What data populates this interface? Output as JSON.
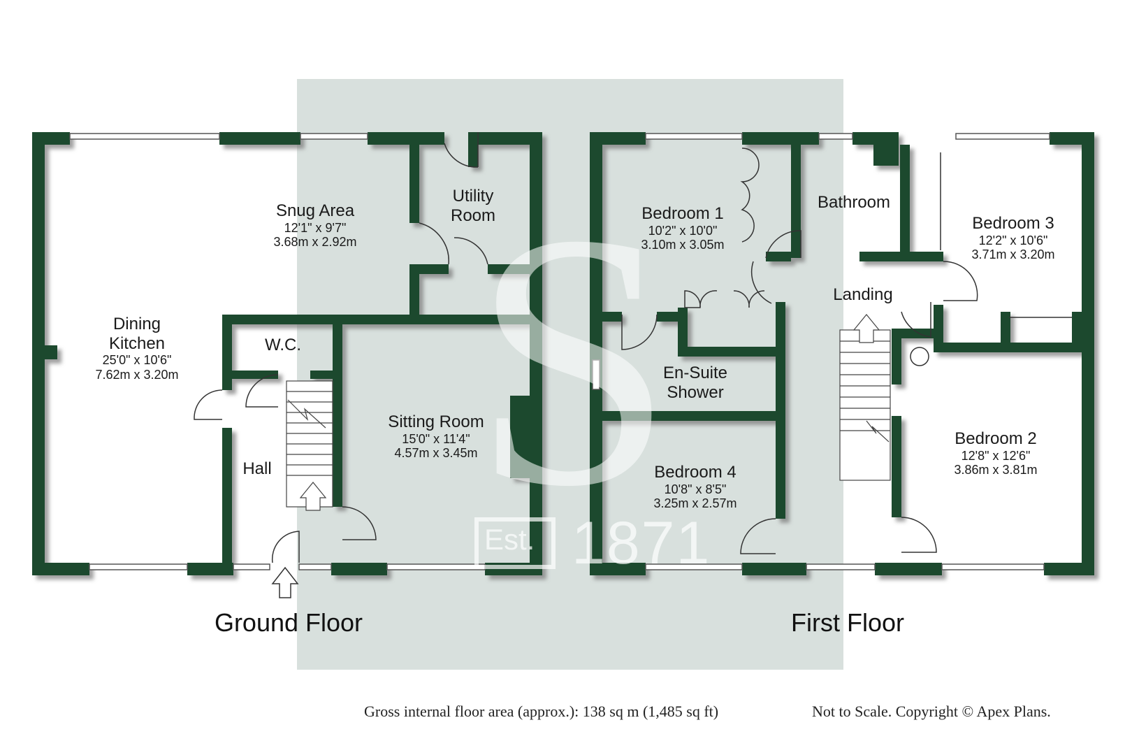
{
  "watermark": {
    "letter": "S",
    "est_label": "Est.",
    "est_year": "1871"
  },
  "ground_floor": {
    "title": "Ground Floor",
    "rooms": {
      "dining_kitchen": {
        "name_line1": "Dining",
        "name_line2": "Kitchen",
        "dim_imperial": "25'0\" x 10'6\"",
        "dim_metric": "7.62m x 3.20m"
      },
      "snug_area": {
        "name": "Snug Area",
        "dim_imperial": "12'1\" x 9'7\"",
        "dim_metric": "3.68m x 2.92m"
      },
      "utility_room": {
        "name_line1": "Utility",
        "name_line2": "Room"
      },
      "wc": {
        "name": "W.C."
      },
      "hall": {
        "name": "Hall"
      },
      "sitting_room": {
        "name": "Sitting Room",
        "dim_imperial": "15'0\" x 11'4\"",
        "dim_metric": "4.57m x 3.45m"
      }
    }
  },
  "first_floor": {
    "title": "First Floor",
    "rooms": {
      "bedroom_1": {
        "name": "Bedroom 1",
        "dim_imperial": "10'2\" x 10'0\"",
        "dim_metric": "3.10m x 3.05m"
      },
      "bathroom": {
        "name": "Bathroom"
      },
      "bedroom_3": {
        "name": "Bedroom 3",
        "dim_imperial": "12'2\" x 10'6\"",
        "dim_metric": "3.71m x 3.20m"
      },
      "landing": {
        "name": "Landing"
      },
      "en_suite": {
        "name_line1": "En-Suite",
        "name_line2": "Shower"
      },
      "bedroom_4": {
        "name": "Bedroom 4",
        "dim_imperial": "10'8\" x 8'5\"",
        "dim_metric": "3.25m x 2.57m"
      },
      "bedroom_2": {
        "name": "Bedroom 2",
        "dim_imperial": "12'8\" x 12'6\"",
        "dim_metric": "3.86m x 3.81m"
      }
    }
  },
  "footer": {
    "area": "Gross internal floor area (approx.): 138 sq m (1,485 sq ft)",
    "copyright": "Not to Scale. Copyright © Apex Plans."
  },
  "colors": {
    "wall": "#1f4a2e",
    "wall_shadow": "#8a8a8a",
    "watermark_band": "#d8e0dd",
    "background": "#ffffff"
  }
}
